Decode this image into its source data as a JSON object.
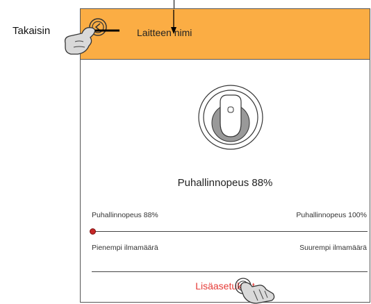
{
  "callouts": {
    "back_label": "Takaisin"
  },
  "header": {
    "device_name": "Laitteen nimi",
    "back_icon": "back-circle-icon",
    "color": "#fbad44"
  },
  "fan": {
    "speed_text": "Puhallinnopeus 88%",
    "icon": "fan-dial-icon"
  },
  "slider": {
    "min_label": "Puhallinnopeus 88%",
    "max_label": "Puhallinnopeus 100%",
    "left_caption": "Pienempi ilmamäärä",
    "right_caption": "Suurempi ilmamäärä",
    "thumb_color": "#c62828"
  },
  "footer": {
    "more_settings": "Lisäasetukset",
    "accent": "#e53935"
  }
}
